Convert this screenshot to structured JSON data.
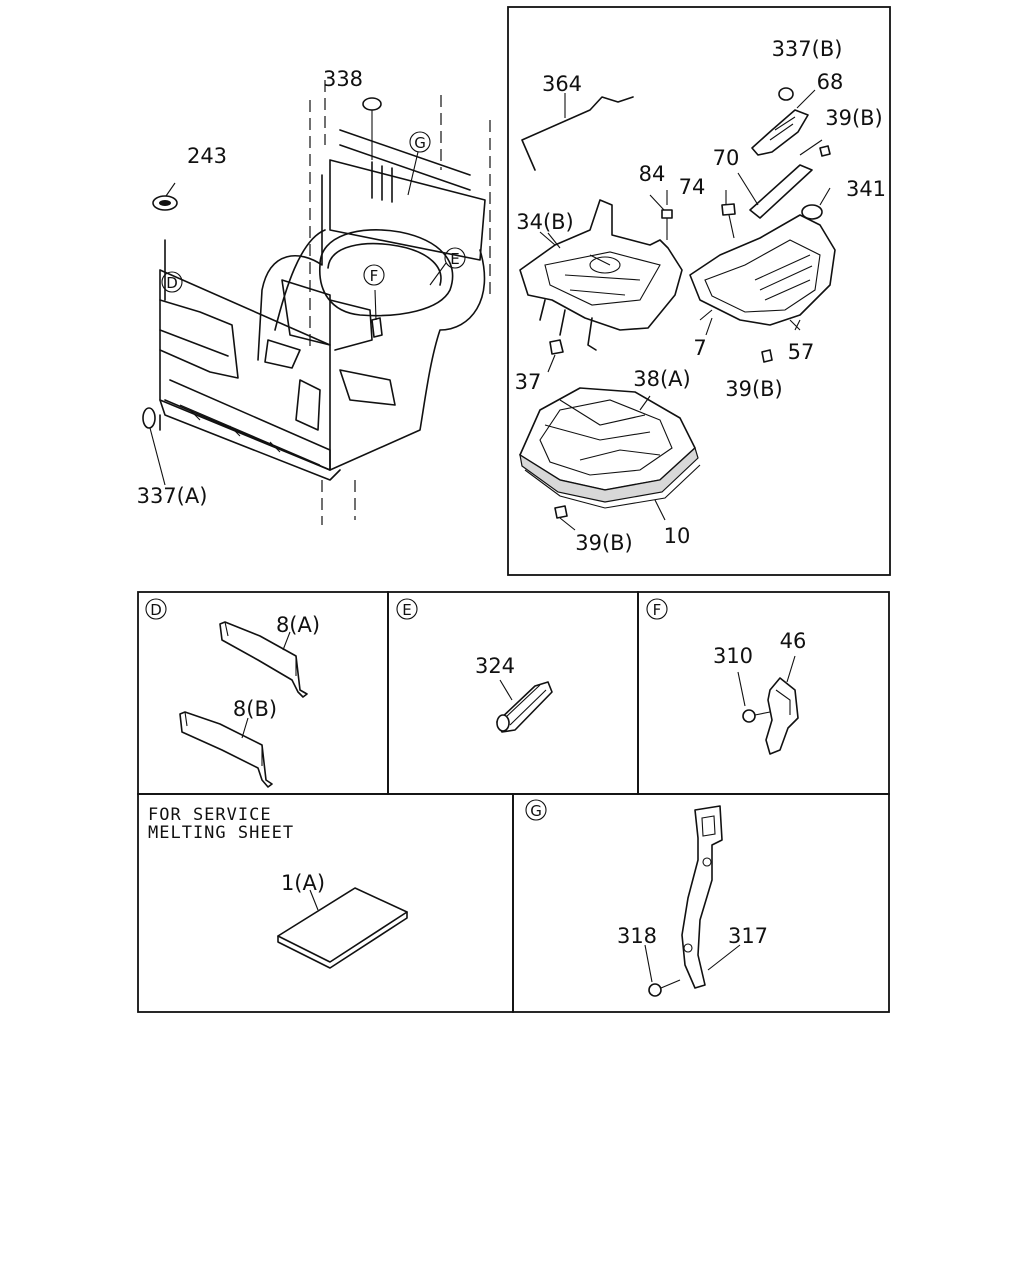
{
  "main_view": {
    "labels": {
      "p338": "338",
      "p243": "243",
      "p337a": "337(A)"
    },
    "callouts": {
      "d": "D",
      "e": "E",
      "f": "F",
      "g": "G"
    }
  },
  "exploded_view": {
    "labels": {
      "p337b": "337(B)",
      "p68": "68",
      "p364": "364",
      "p39b_top": "39(B)",
      "p70": "70",
      "p84": "84",
      "p74": "74",
      "p341": "341",
      "p34b": "34(B)",
      "p7": "7",
      "p57": "57",
      "p37": "37",
      "p38a": "38(A)",
      "p39b_mid": "39(B)",
      "p39b_bot": "39(B)",
      "p10": "10"
    }
  },
  "detail_d": {
    "badge": "D",
    "labels": {
      "p8a": "8(A)",
      "p8b": "8(B)"
    }
  },
  "detail_e": {
    "badge": "E",
    "labels": {
      "p324": "324"
    }
  },
  "detail_f": {
    "badge": "F",
    "labels": {
      "p310": "310",
      "p46": "46"
    }
  },
  "service_panel": {
    "note_line1": "FOR SERVICE",
    "note_line2": "MELTING SHEET",
    "labels": {
      "p1a": "1(A)"
    }
  },
  "detail_g": {
    "badge": "G",
    "labels": {
      "p318": "318",
      "p317": "317"
    }
  }
}
